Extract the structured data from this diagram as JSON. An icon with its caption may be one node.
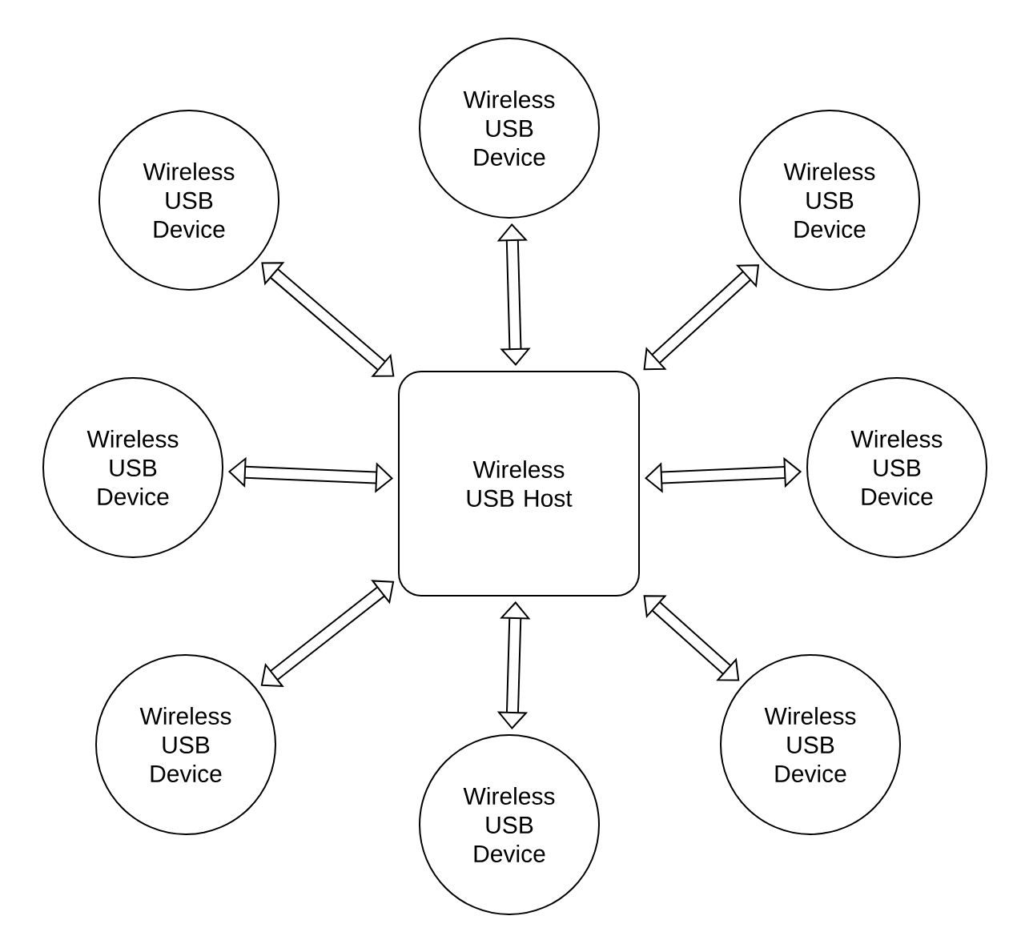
{
  "diagram": {
    "nodes": [
      {
        "text": [
          "Wireless USB Host"
        ]
      },
      {
        "text": [
          "Wireless USB Device"
        ]
      },
      {
        "text": [
          "Wireless USB Device"
        ]
      },
      {
        "text": [
          "Wireless USB Device"
        ]
      },
      {
        "text": [
          "Wireless USB Device"
        ]
      },
      {
        "text": [
          "Wireless USB Device"
        ]
      },
      {
        "text": [
          "Wireless USB Device"
        ]
      },
      {
        "text": [
          "Wireless USB Device"
        ]
      },
      {
        "text": [
          "Wireless USB Device"
        ]
      }
    ],
    "edges": [
      {
        "from": 0,
        "to": 1,
        "arrow": "both"
      },
      {
        "from": 0,
        "to": 2,
        "arrow": "both"
      },
      {
        "from": 0,
        "to": 3,
        "arrow": "both"
      },
      {
        "from": 0,
        "to": 4,
        "arrow": "both"
      },
      {
        "from": 0,
        "to": 5,
        "arrow": "both"
      },
      {
        "from": 0,
        "to": 6,
        "arrow": "both"
      },
      {
        "from": 0,
        "to": 7,
        "arrow": "both"
      },
      {
        "from": 0,
        "to": 8,
        "arrow": "both"
      }
    ]
  }
}
